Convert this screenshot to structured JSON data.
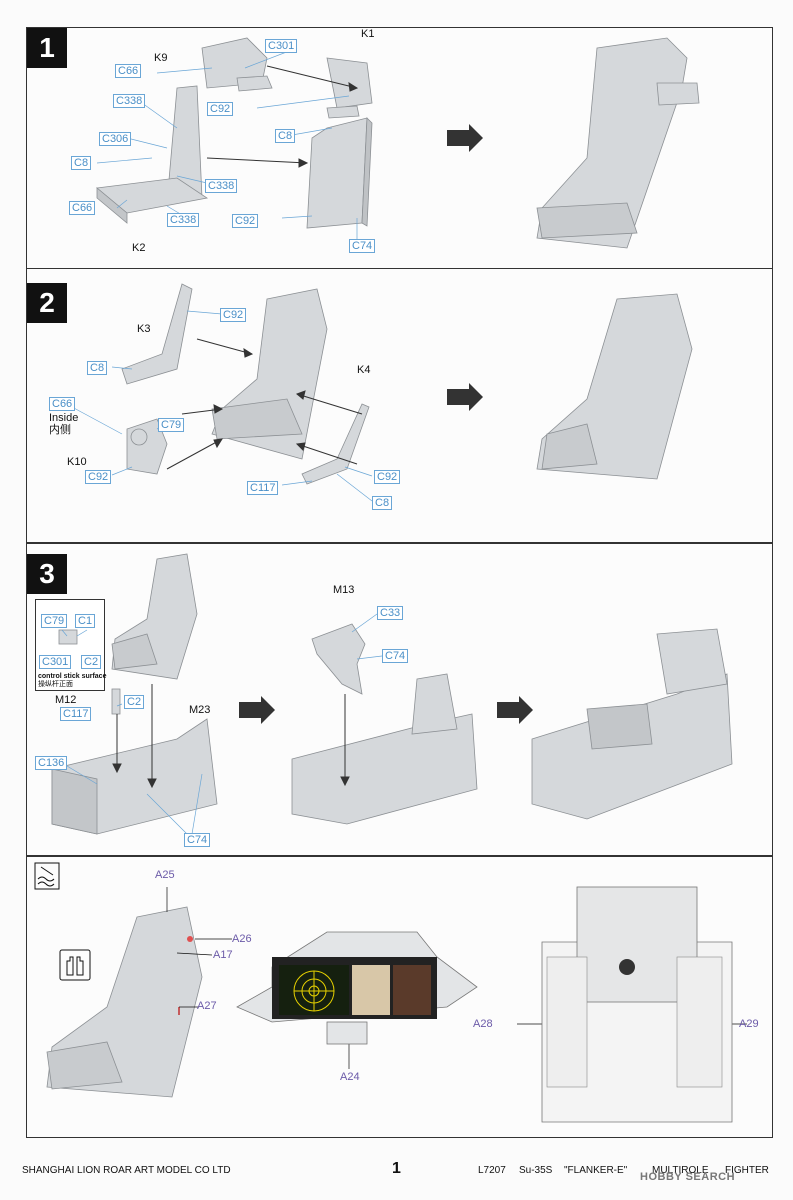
{
  "steps": [
    {
      "number": "1"
    },
    {
      "number": "2"
    },
    {
      "number": "3"
    }
  ],
  "step1": {
    "parts": [
      "K1",
      "K2",
      "K9"
    ],
    "callouts": [
      "C301",
      "C66",
      "C338",
      "C306",
      "C8",
      "C338",
      "C66",
      "C338",
      "C92",
      "C8",
      "C92",
      "C74"
    ]
  },
  "step2": {
    "parts": [
      "K3",
      "K4",
      "K10"
    ],
    "callouts": [
      "C92",
      "C8",
      "C66",
      "C79",
      "C92",
      "C92",
      "C117",
      "C8"
    ],
    "inside_en": "Inside",
    "inside_cn": "内侧"
  },
  "step3": {
    "parts": [
      "M12",
      "M13",
      "M23"
    ],
    "callouts": [
      "C79",
      "C1",
      "C301",
      "C2",
      "C2",
      "C117",
      "C136",
      "C74",
      "C33",
      "C74"
    ],
    "inset_note_en": "control stick surface",
    "inset_note_cn": "操纵杆正面"
  },
  "decals": {
    "labels": [
      "A25",
      "A26",
      "A17",
      "A27",
      "A24",
      "A28",
      "A29"
    ]
  },
  "footer": {
    "company": "SHANGHAI LION ROAR ART MODEL CO LTD",
    "page": "1",
    "code": "L7207",
    "model": "Su-35S",
    "name": "\"FLANKER-E\"",
    "role": "MULTIROLE",
    "role2": "FIGHTER",
    "watermark": "HOBBY SEARCH"
  },
  "colors": {
    "callout": "#4a8fc7",
    "decal": "#6b5aa8",
    "part": "#d7dadd"
  }
}
